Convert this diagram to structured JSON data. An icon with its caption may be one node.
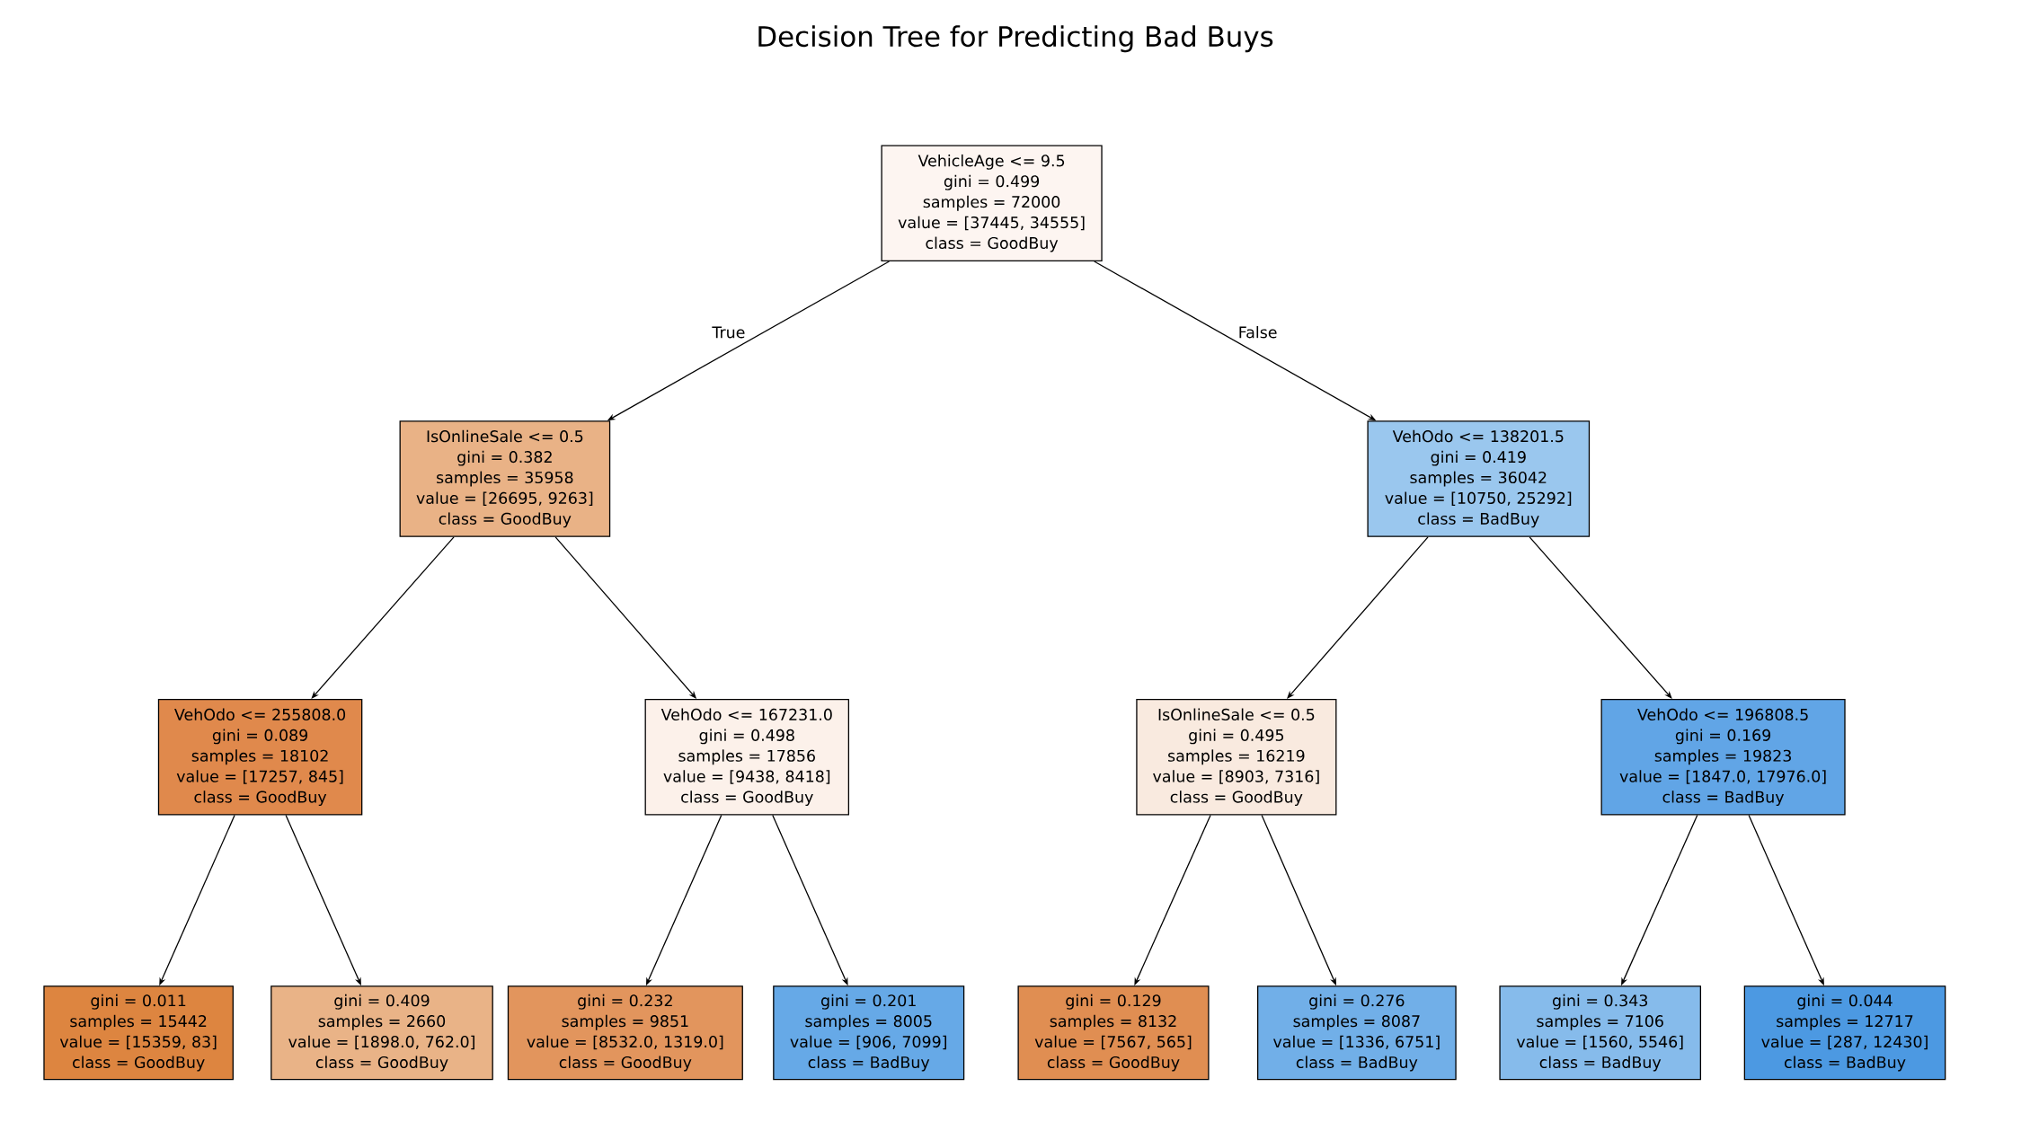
{
  "diagram": {
    "title": "Decision Tree for Predicting Bad Buys",
    "nodes": [
      {
        "text": [
          "VehicleAge <= 9.5",
          "gini = 0.499",
          "samples = 72000",
          "value = [37445, 34555]",
          "class = GoodBuy"
        ]
      },
      {
        "text": [
          "IsOnlineSale <= 0.5",
          "gini = 0.382",
          "samples = 35958",
          "value = [26695, 9263]",
          "class = GoodBuy"
        ]
      },
      {
        "text": [
          "VehOdo <= 138201.5",
          "gini = 0.419",
          "samples = 36042",
          "value = [10750, 25292]",
          "class = BadBuy"
        ]
      },
      {
        "text": [
          "VehOdo <= 255808.0",
          "gini = 0.089",
          "samples = 18102",
          "value = [17257, 845]",
          "class = GoodBuy"
        ]
      },
      {
        "text": [
          "VehOdo <= 167231.0",
          "gini = 0.498",
          "samples = 17856",
          "value = [9438, 8418]",
          "class = GoodBuy"
        ]
      },
      {
        "text": [
          "IsOnlineSale <= 0.5",
          "gini = 0.495",
          "samples = 16219",
          "value = [8903, 7316]",
          "class = GoodBuy"
        ]
      },
      {
        "text": [
          "VehOdo <= 196808.5",
          "gini = 0.169",
          "samples = 19823",
          "value = [1847.0, 17976.0]",
          "class = BadBuy"
        ]
      },
      {
        "text": [
          "gini = 0.011",
          "samples = 15442",
          "value = [15359, 83]",
          "class = GoodBuy"
        ]
      },
      {
        "text": [
          "gini = 0.409",
          "samples = 2660",
          "value = [1898.0, 762.0]",
          "class = GoodBuy"
        ]
      },
      {
        "text": [
          "gini = 0.232",
          "samples = 9851",
          "value = [8532.0, 1319.0]",
          "class = GoodBuy"
        ]
      },
      {
        "text": [
          "gini = 0.201",
          "samples = 8005",
          "value = [906, 7099]",
          "class = BadBuy"
        ]
      },
      {
        "text": [
          "gini = 0.129",
          "samples = 8132",
          "value = [7567, 565]",
          "class = GoodBuy"
        ]
      },
      {
        "text": [
          "gini = 0.276",
          "samples = 8087",
          "value = [1336, 6751]",
          "class = BadBuy"
        ]
      },
      {
        "text": [
          "gini = 0.343",
          "samples = 7106",
          "value = [1560, 5546]",
          "class = BadBuy"
        ]
      },
      {
        "text": [
          "gini = 0.044",
          "samples = 12717",
          "value = [287, 12430]",
          "class = BadBuy"
        ]
      }
    ],
    "edges": [
      {
        "from": 0,
        "to": 1,
        "arrow": "to",
        "label": "True"
      },
      {
        "from": 0,
        "to": 2,
        "arrow": "to",
        "label": "False"
      },
      {
        "from": 1,
        "to": 3,
        "arrow": "to"
      },
      {
        "from": 1,
        "to": 4,
        "arrow": "to"
      },
      {
        "from": 2,
        "to": 5,
        "arrow": "to"
      },
      {
        "from": 2,
        "to": 6,
        "arrow": "to"
      },
      {
        "from": 3,
        "to": 7,
        "arrow": "to"
      },
      {
        "from": 3,
        "to": 8,
        "arrow": "to"
      },
      {
        "from": 4,
        "to": 9,
        "arrow": "to"
      },
      {
        "from": 4,
        "to": 10,
        "arrow": "to"
      },
      {
        "from": 5,
        "to": 11,
        "arrow": "to"
      },
      {
        "from": 5,
        "to": 12,
        "arrow": "to"
      },
      {
        "from": 6,
        "to": 13,
        "arrow": "to"
      },
      {
        "from": 6,
        "to": 14,
        "arrow": "to"
      }
    ]
  }
}
